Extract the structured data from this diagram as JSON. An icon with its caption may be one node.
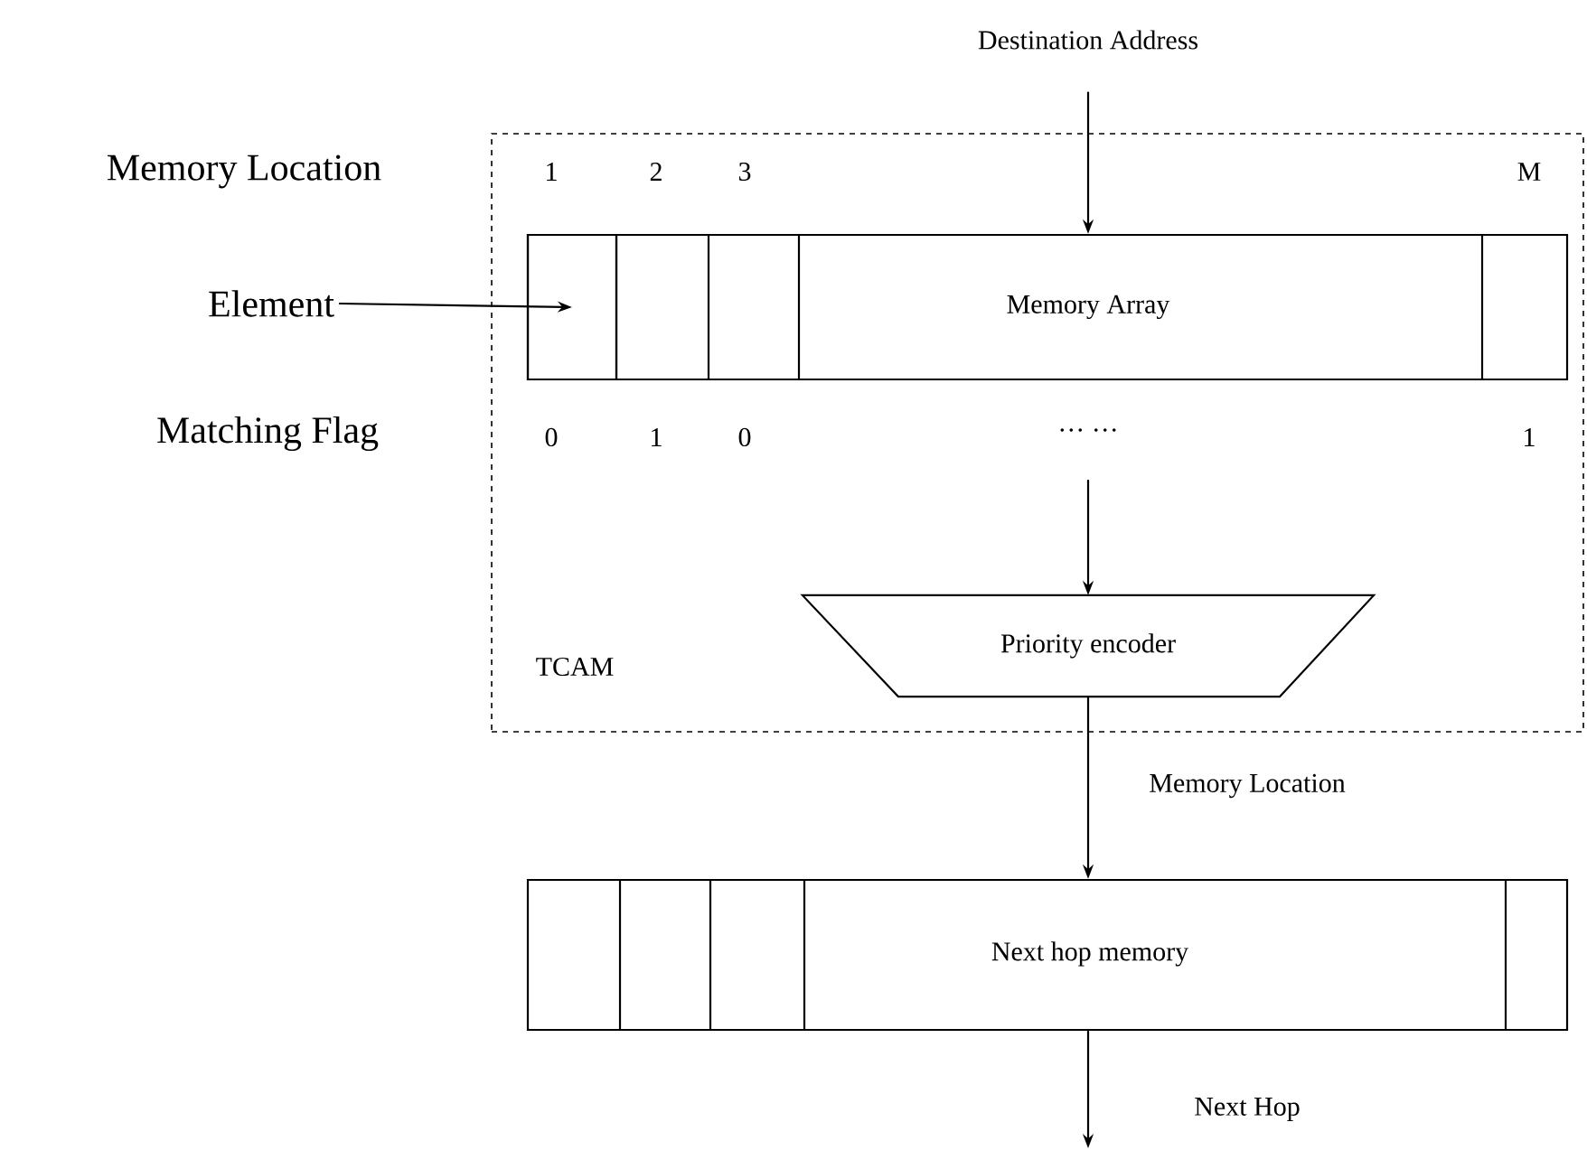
{
  "diagram": {
    "nodes": [
      {
        "text": [
          "TCAM"
        ]
      },
      {
        "text": [
          "Memory Array"
        ],
        "in": 0
      },
      {
        "text": [],
        "shape": "box",
        "in": 1
      },
      {
        "text": [
          "Priority encoder"
        ],
        "in": 0
      },
      {
        "text": [
          "Next hop memory"
        ]
      },
      {
        "text": [
          "Element"
        ]
      },
      {
        "text": [
          "Destination Address"
        ]
      }
    ],
    "edges": [
      {
        "from": 6,
        "to": 1,
        "arrow": "to"
      },
      {
        "from": 5,
        "to": 2,
        "arrow": "to"
      },
      {
        "from": 1,
        "to": 3,
        "arrow": "to"
      },
      {
        "from": 3,
        "to": 4,
        "arrow": "to",
        "label": "Memory Location"
      },
      {
        "from": 4,
        "to": null,
        "arrow": "to",
        "label": "Next Hop"
      }
    ],
    "labels": [
      "Memory Location",
      "1",
      "2",
      "3",
      "M",
      "Matching Flag",
      "0",
      "1",
      "0",
      "··· ···",
      "1"
    ]
  }
}
